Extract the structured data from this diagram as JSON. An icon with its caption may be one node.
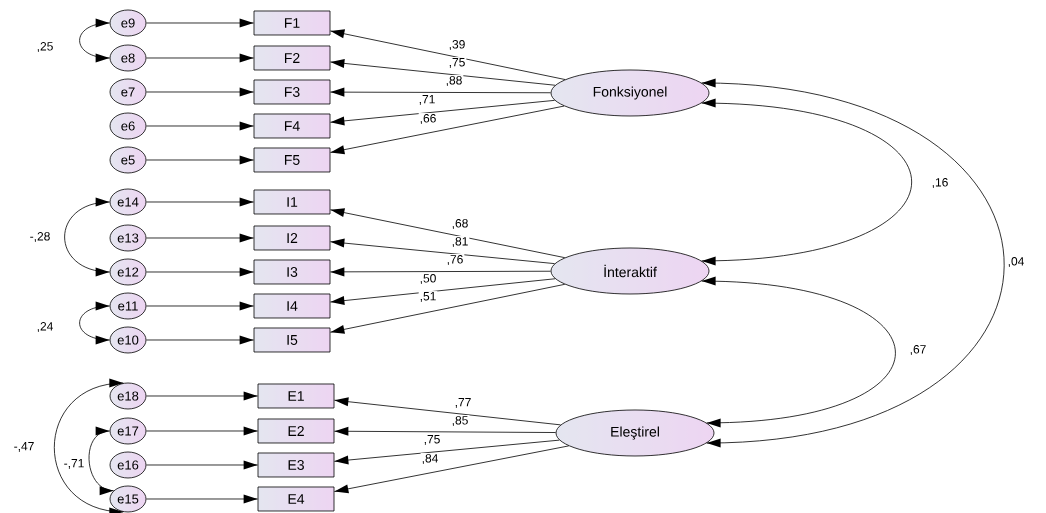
{
  "diagram": {
    "nodes": [
      {
        "text": [
          "e9"
        ]
      },
      {
        "text": [
          "e8"
        ]
      },
      {
        "text": [
          "e7"
        ]
      },
      {
        "text": [
          "e6"
        ]
      },
      {
        "text": [
          "e5"
        ]
      },
      {
        "text": [
          "F1"
        ]
      },
      {
        "text": [
          "F2"
        ]
      },
      {
        "text": [
          "F3"
        ]
      },
      {
        "text": [
          "F4"
        ]
      },
      {
        "text": [
          "F5"
        ]
      },
      {
        "text": [
          "Fonksiyonel"
        ]
      },
      {
        "text": [
          "e14"
        ]
      },
      {
        "text": [
          "e13"
        ]
      },
      {
        "text": [
          "e12"
        ]
      },
      {
        "text": [
          "e11"
        ]
      },
      {
        "text": [
          "e10"
        ]
      },
      {
        "text": [
          "I1"
        ]
      },
      {
        "text": [
          "I2"
        ]
      },
      {
        "text": [
          "I3"
        ]
      },
      {
        "text": [
          "I4"
        ]
      },
      {
        "text": [
          "I5"
        ]
      },
      {
        "text": [
          "İnteraktif"
        ]
      },
      {
        "text": [
          "e18"
        ]
      },
      {
        "text": [
          "e17"
        ]
      },
      {
        "text": [
          "e16"
        ]
      },
      {
        "text": [
          "e15"
        ]
      },
      {
        "text": [
          "E1"
        ]
      },
      {
        "text": [
          "E2"
        ]
      },
      {
        "text": [
          "E3"
        ]
      },
      {
        "text": [
          "E4"
        ]
      },
      {
        "text": [
          "Eleştirel"
        ]
      }
    ],
    "edges": [
      {
        "from": 0,
        "to": 5,
        "arrow": "to"
      },
      {
        "from": 1,
        "to": 6,
        "arrow": "to"
      },
      {
        "from": 2,
        "to": 7,
        "arrow": "to"
      },
      {
        "from": 3,
        "to": 8,
        "arrow": "to"
      },
      {
        "from": 4,
        "to": 9,
        "arrow": "to"
      },
      {
        "from": 10,
        "to": 5,
        "arrow": "to",
        "label": ",39"
      },
      {
        "from": 10,
        "to": 6,
        "arrow": "to",
        "label": ",75"
      },
      {
        "from": 10,
        "to": 7,
        "arrow": "to",
        "label": ",88"
      },
      {
        "from": 10,
        "to": 8,
        "arrow": "to",
        "label": ",71"
      },
      {
        "from": 10,
        "to": 9,
        "arrow": "to",
        "label": ",66"
      },
      {
        "from": 0,
        "to": 1,
        "arrow": "both",
        "label": ",25"
      },
      {
        "from": 11,
        "to": 16,
        "arrow": "to"
      },
      {
        "from": 12,
        "to": 17,
        "arrow": "to"
      },
      {
        "from": 13,
        "to": 18,
        "arrow": "to"
      },
      {
        "from": 14,
        "to": 19,
        "arrow": "to"
      },
      {
        "from": 15,
        "to": 20,
        "arrow": "to"
      },
      {
        "from": 21,
        "to": 16,
        "arrow": "to",
        "label": ",68"
      },
      {
        "from": 21,
        "to": 17,
        "arrow": "to",
        "label": ",81"
      },
      {
        "from": 21,
        "to": 18,
        "arrow": "to",
        "label": ",76"
      },
      {
        "from": 21,
        "to": 19,
        "arrow": "to",
        "label": ",50"
      },
      {
        "from": 21,
        "to": 20,
        "arrow": "to",
        "label": ",51"
      },
      {
        "from": 11,
        "to": 13,
        "arrow": "both",
        "label": "-,28"
      },
      {
        "from": 14,
        "to": 15,
        "arrow": "both",
        "label": ",24"
      },
      {
        "from": 22,
        "to": 26,
        "arrow": "to"
      },
      {
        "from": 23,
        "to": 27,
        "arrow": "to"
      },
      {
        "from": 24,
        "to": 28,
        "arrow": "to"
      },
      {
        "from": 25,
        "to": 29,
        "arrow": "to"
      },
      {
        "from": 30,
        "to": 26,
        "arrow": "to",
        "label": ",77"
      },
      {
        "from": 30,
        "to": 27,
        "arrow": "to",
        "label": ",85"
      },
      {
        "from": 30,
        "to": 28,
        "arrow": "to",
        "label": ",75"
      },
      {
        "from": 30,
        "to": 29,
        "arrow": "to",
        "label": ",84"
      },
      {
        "from": 22,
        "to": 25,
        "arrow": "both",
        "label": "-,47"
      },
      {
        "from": 23,
        "to": 25,
        "arrow": "both",
        "label": "-,71"
      },
      {
        "from": 10,
        "to": 21,
        "arrow": "both",
        "label": ",16"
      },
      {
        "from": 10,
        "to": 30,
        "arrow": "both",
        "label": ",04"
      },
      {
        "from": 21,
        "to": 30,
        "arrow": "both",
        "label": ",67"
      }
    ]
  }
}
